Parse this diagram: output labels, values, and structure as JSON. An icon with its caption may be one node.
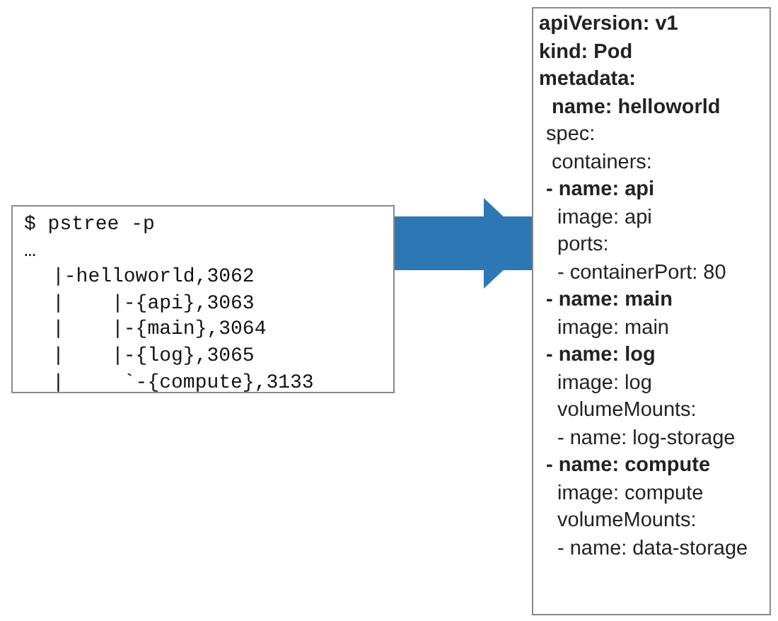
{
  "diagram": {
    "nodes": [
      {
        "text": [
          "$ pstree -p",
          "…",
          "|-helloworld,3062",
          "|    |-{api},3063",
          "|    |-{main},3064",
          "|    |-{log},3065",
          "|     `-{compute},3133"
        ]
      },
      {
        "text": [
          "**apiVersion: v1**",
          "**kind: Pod**",
          "**metadata:**",
          "**name: helloworld**",
          "spec:",
          "containers:",
          "**- name: api**",
          "image: api",
          "ports:",
          "- containerPort: 80",
          "**- name: main**",
          "image: main",
          "**- name: log**",
          "image: log",
          "volumeMounts:",
          "- name: log-storage",
          "**- name: compute**",
          "image: compute",
          "volumeMounts:",
          "- name: data-storage"
        ]
      }
    ],
    "edges": [
      {
        "from": 0,
        "to": 1,
        "arrow": "to",
        "color": "#2d77b5"
      }
    ]
  }
}
